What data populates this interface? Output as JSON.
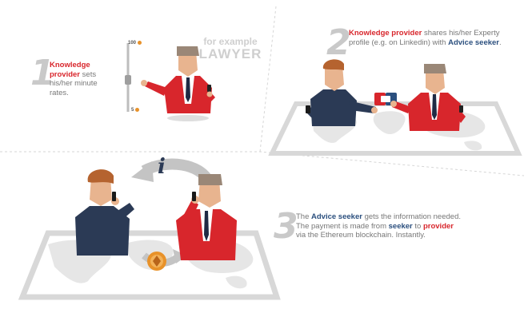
{
  "step1": {
    "number": "1",
    "text_red": "Knowledge provider",
    "text_rest": " sets his/her minute rates.",
    "tag_line1": "for example",
    "tag_line2": "LAWYER",
    "scale_top": "100",
    "scale_bottom": "5"
  },
  "step2": {
    "number": "2",
    "text_red": "Knowledge provider",
    "text_mid": " shares his/her Experty profile  (e.g. on Linkedin) with ",
    "text_blue": "Advice seeker",
    "text_end": "."
  },
  "step3": {
    "number": "3",
    "text_start": "The ",
    "text_blue1": "Advice seeker",
    "text_mid1": " gets the information needed. The payment is made from ",
    "text_blue2": "seeker",
    "text_mid2": " to ",
    "text_red": "provider",
    "text_end": " via the Ethereum blockchain. Instantly.",
    "info_glyph": "i"
  },
  "colors": {
    "provider_red": "#d8262c",
    "seeker_blue": "#2b4f7e",
    "map_gray": "#e6e6e6",
    "number_gray": "#c9c9c9",
    "coin_orange": "#e8922a"
  }
}
